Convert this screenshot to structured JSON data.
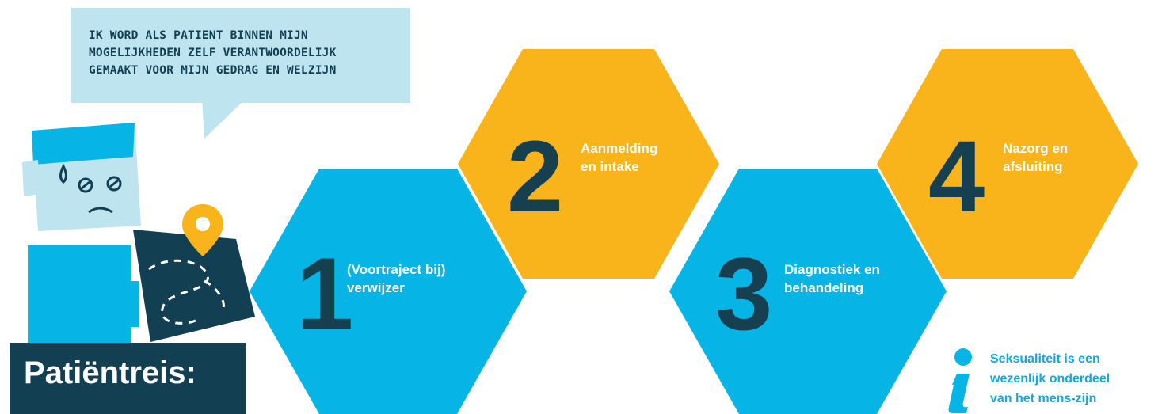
{
  "speech_bubble": {
    "lines": [
      "Ik word als patient binnen mijn",
      "mogelijkheden zelf verantwoordelijk",
      "gemaakt voor mijn gedrag en welzijn"
    ]
  },
  "steps": [
    {
      "number": "1",
      "line1": "(Voortraject bij)",
      "line2": "verwijzer",
      "color": "#06b5e5"
    },
    {
      "number": "2",
      "line1": "Aanmelding",
      "line2": "en intake",
      "color": "#f8b41a"
    },
    {
      "number": "3",
      "line1": "Diagnostiek en",
      "line2": "behandeling",
      "color": "#06b5e5"
    },
    {
      "number": "4",
      "line1": "Nazorg en",
      "line2": "afsluiting",
      "color": "#f8b41a"
    }
  ],
  "title": "Patiëntreis:",
  "info": {
    "icon": "info-icon",
    "lines": [
      "Seksualiteit is een",
      "wezenlijk onderdeel",
      "van het mens-zijn"
    ]
  },
  "colors": {
    "blue": "#06b5e5",
    "yellow": "#f8b41a",
    "navy": "#133f52",
    "bubble": "#bde4ef"
  }
}
